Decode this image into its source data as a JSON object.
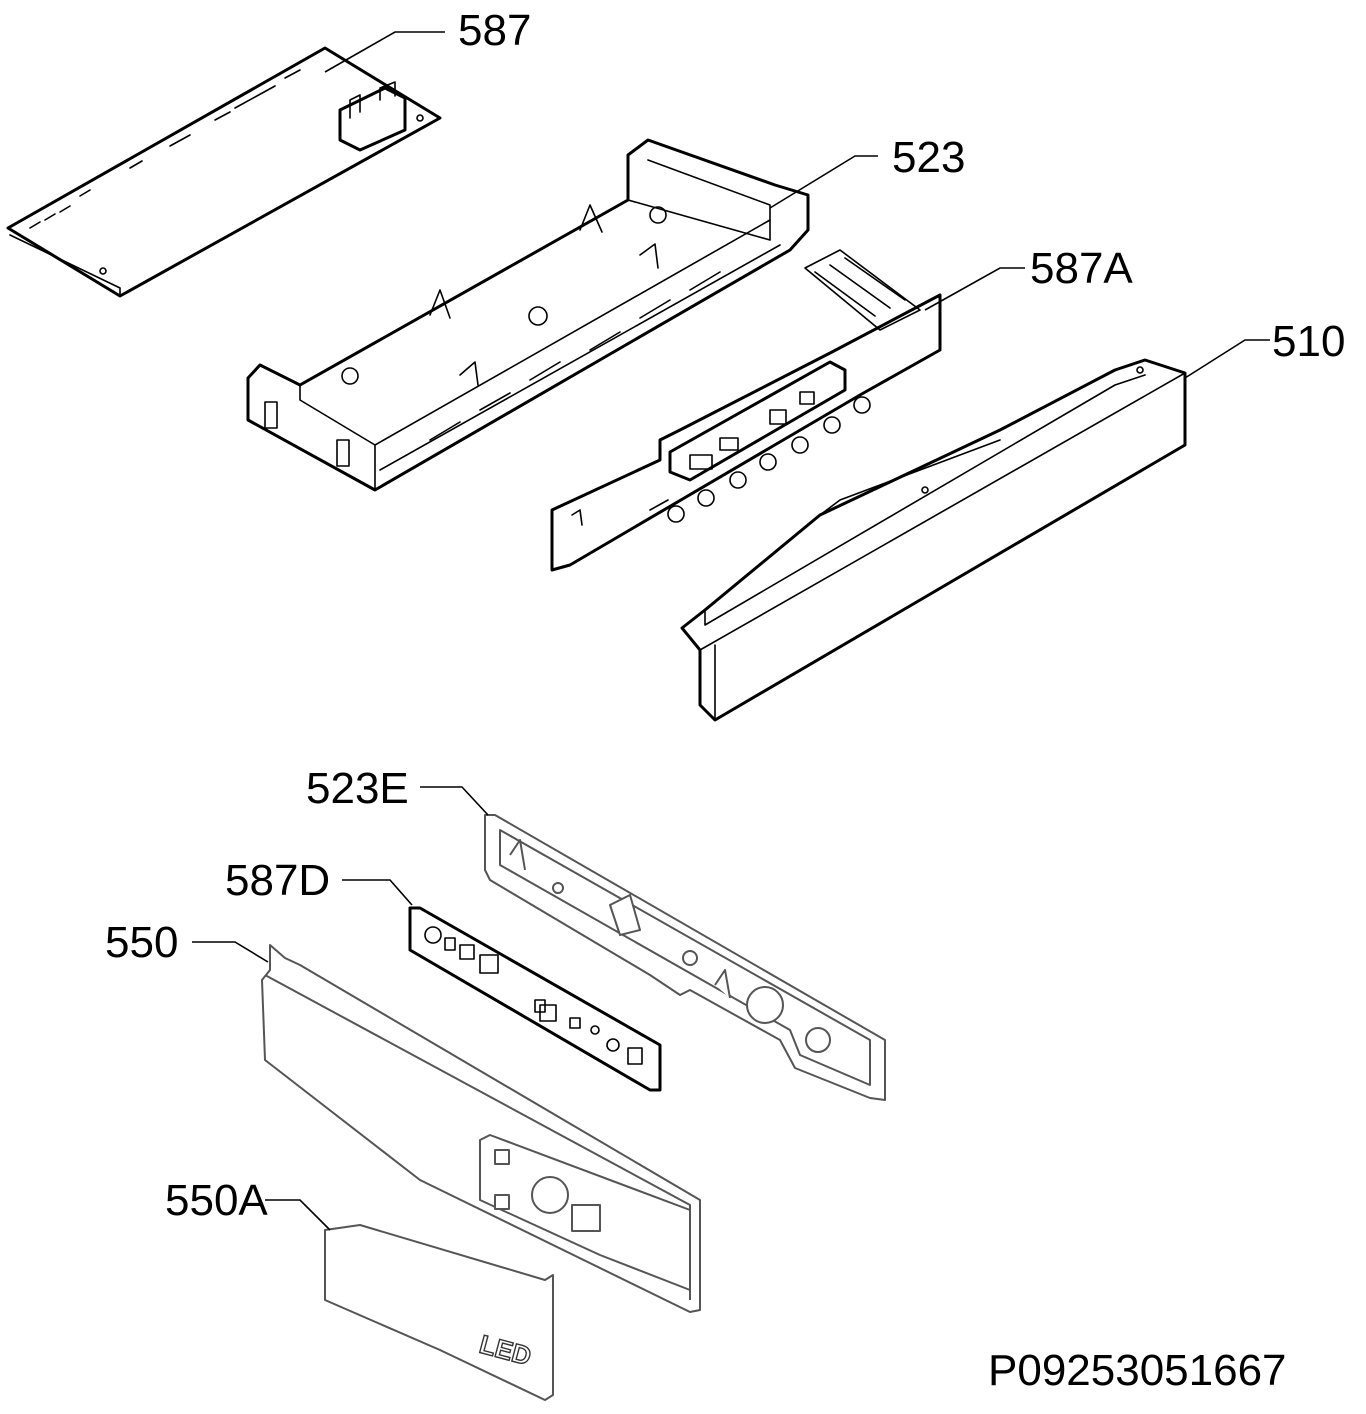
{
  "callouts": {
    "c587": "587",
    "c523": "523",
    "c587a": "587A",
    "c510": "510",
    "c523e": "523E",
    "c587d": "587D",
    "c550": "550",
    "c550a": "550A"
  },
  "part_text": {
    "led": "LED"
  },
  "drawing_code": "P09253051667"
}
